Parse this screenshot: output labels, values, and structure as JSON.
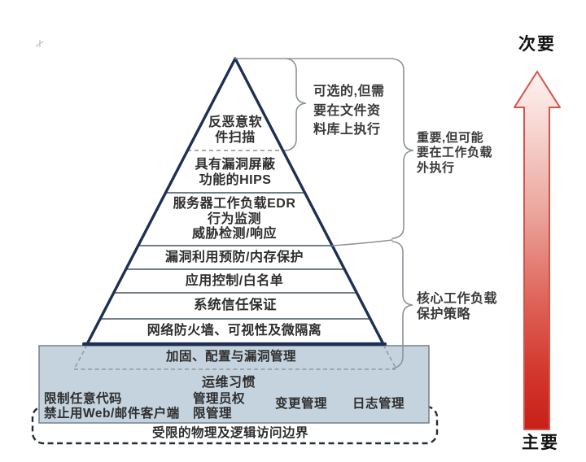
{
  "diagram_title": "workload-protection-pyramid",
  "pyramid": {
    "layers": [
      {
        "label": "反恶意软\n件扫描"
      },
      {
        "label": "具有漏洞屏蔽\n功能的HIPS"
      },
      {
        "label": "服务器工作负载EDR\n行为监测\n威胁检测/响应"
      },
      {
        "label": "漏洞利用预防/内存保护"
      },
      {
        "label": "应用控制/白名单"
      },
      {
        "label": "系统信任保证"
      },
      {
        "label": "网络防火墙、可视性及微隔离"
      }
    ]
  },
  "ops_box": {
    "hardening_label": "加固、配置与漏洞管理",
    "title": "运维习惯",
    "items": [
      {
        "label": "限制任意代码\n禁止用Web/邮件客户端"
      },
      {
        "label": "管理员权\n限管理"
      },
      {
        "label": "变更管理"
      },
      {
        "label": "日志管理"
      }
    ]
  },
  "boundary_label": "受限的物理及逻辑访问边界",
  "annotations": {
    "optional": "可选的,但需\n要在文件资\n料库上执行",
    "important": "重要,但可能\n要在工作负载\n外执行",
    "core": "核心工作负载\n保护策略"
  },
  "axis": {
    "top": "次要",
    "bottom": "主要"
  },
  "colors": {
    "pyramid_outline": "#1c3054",
    "inner_line": "#737e8a",
    "bracket_line": "#8d939b",
    "ops_box_fill": "#c5d3de",
    "ops_box_border": "#75808c",
    "boundary_dash": "#222d3a",
    "arrow_gradient_top": "#fdf3f1",
    "arrow_gradient_bottom": "#c82019",
    "arrow_outline": "#d5544a",
    "text": "#2e2e2e"
  }
}
